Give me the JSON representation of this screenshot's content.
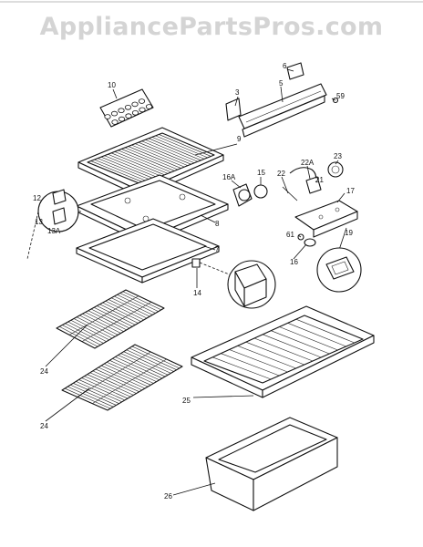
{
  "watermark": "AppliancePartsPros.com",
  "callouts": [
    "10",
    "6",
    "5",
    "3",
    "59",
    "9",
    "23",
    "22A",
    "22",
    "21",
    "16A",
    "15",
    "17",
    "8",
    "12",
    "13",
    "13A",
    "7",
    "61",
    "16",
    "19",
    "14",
    "24",
    "24",
    "25",
    "26"
  ]
}
